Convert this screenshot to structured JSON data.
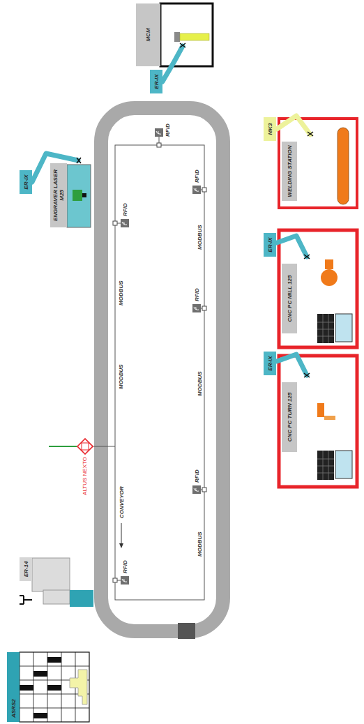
{
  "diagram": {
    "nodes": [
      {
        "text": [
          "MCM"
        ]
      },
      {
        "text": [
          "ER-IX"
        ]
      },
      {
        "text": [
          "MK3"
        ]
      },
      {
        "text": [
          "WELDING STATION"
        ]
      },
      {
        "text": [
          "ER-IX"
        ]
      },
      {
        "text": [
          "CNC PC MILL 125"
        ]
      },
      {
        "text": [
          "ENGRAVER LASER M25"
        ]
      },
      {
        "text": [
          "ER-IX"
        ]
      },
      {
        "text": [
          "ER-IX"
        ]
      },
      {
        "text": [
          "CNC PC TURN 125"
        ]
      },
      {
        "text": [
          "ALTUS NEXTO"
        ]
      },
      {
        "text": [
          "ER-14"
        ]
      },
      {
        "text": [
          "ASRS2"
        ]
      }
    ],
    "labels": [
      "CONVEYOR",
      "MODBUS",
      "MODBUS",
      "MODBUS",
      "MODBUS",
      "MODBUS",
      "RFID",
      "RFID",
      "RFID",
      "RFID",
      "RFID",
      "RFID"
    ]
  }
}
